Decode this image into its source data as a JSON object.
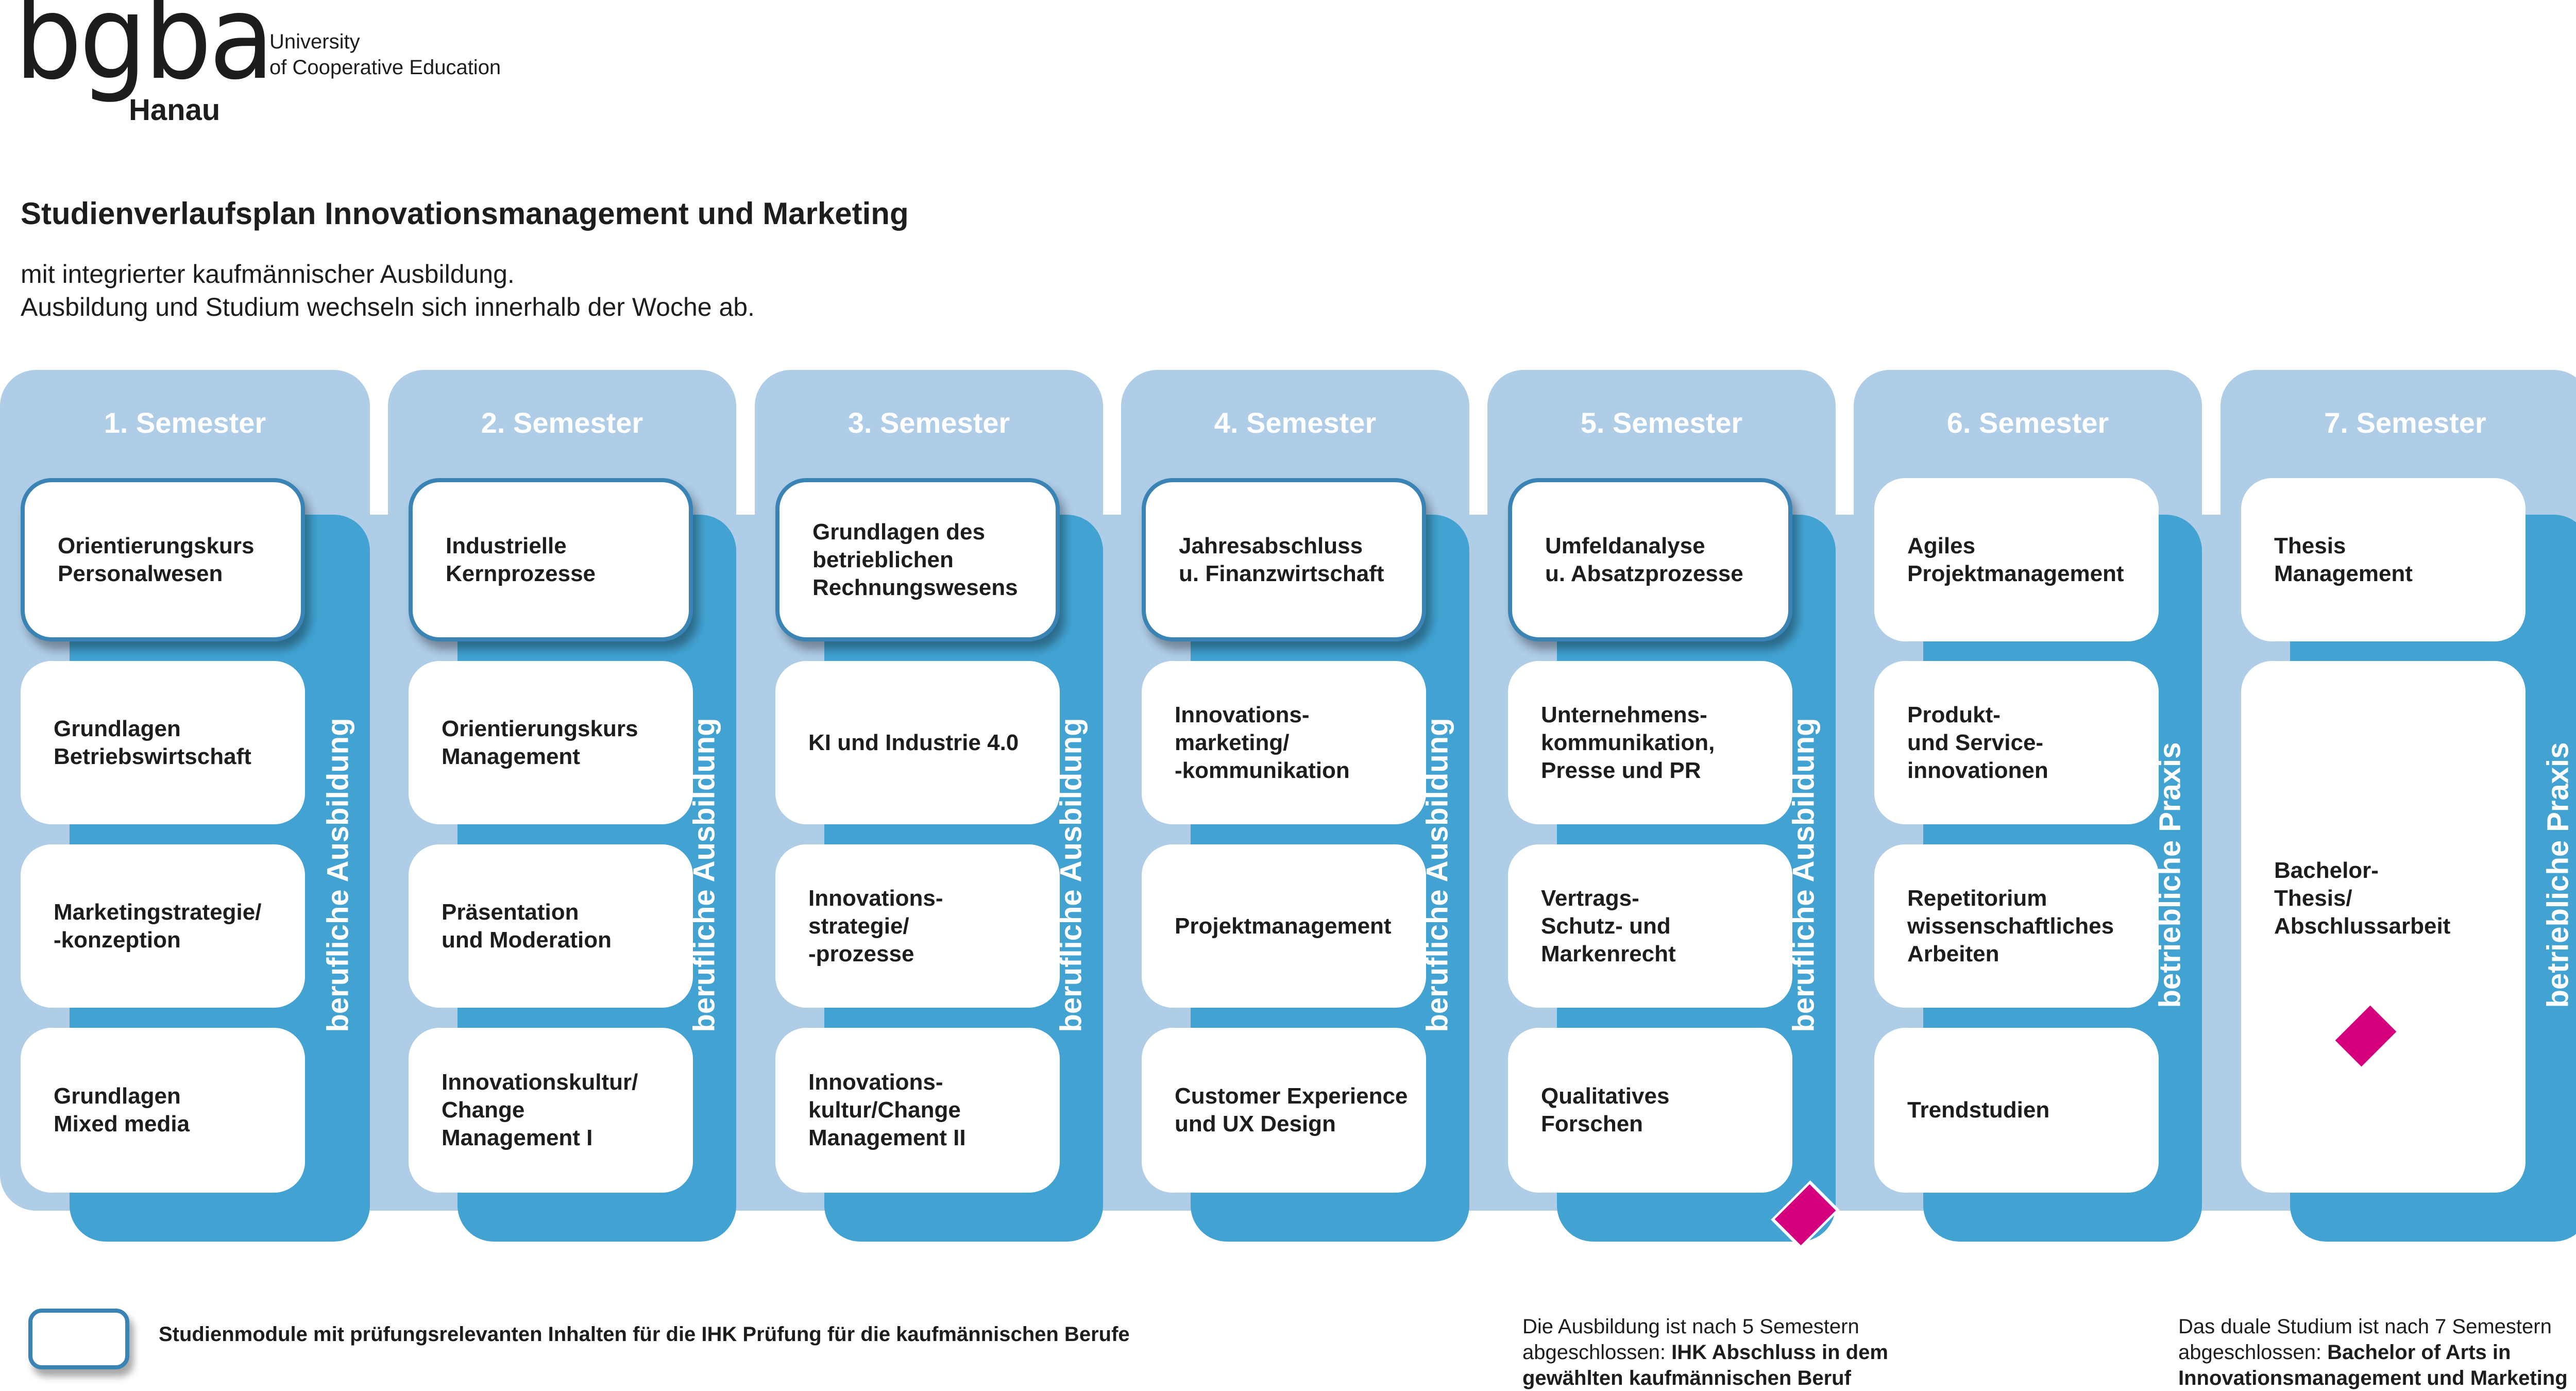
{
  "logo": {
    "wordmark": "bgba",
    "city": "Hanau",
    "subtitle_line1": "University",
    "subtitle_line2": "of Cooperative Education"
  },
  "header": {
    "title": "Studienverlaufsplan Innovationsmanagement und Marketing",
    "subtitle_line1": "mit integrierter kaufmännischer Ausbildung.",
    "subtitle_line2": "Ausbildung und Studium wechseln sich innerhalb der Woche ab."
  },
  "colors": {
    "column_background": "#afcde7",
    "spine": "#42a3d3",
    "ihk_border": "#3a84b5",
    "milestone": "#d6007e",
    "text": "#1d1d1b"
  },
  "semesters": [
    {
      "label": "1. Semester",
      "track": "berufliche Ausbildung",
      "modules": [
        {
          "title": "Orientierungskurs\nPersonalwesen",
          "ihk_relevant": true
        },
        {
          "title": "Grundlagen\nBetriebswirtschaft",
          "ihk_relevant": false
        },
        {
          "title": "Marketingstrategie/\n-konzeption",
          "ihk_relevant": false
        },
        {
          "title": "Grundlagen\nMixed media",
          "ihk_relevant": false
        }
      ]
    },
    {
      "label": "2. Semester",
      "track": "berufliche Ausbildung",
      "modules": [
        {
          "title": "Industrielle\nKernprozesse",
          "ihk_relevant": true
        },
        {
          "title": "Orientierungskurs\nManagement",
          "ihk_relevant": false
        },
        {
          "title": "Präsentation\nund Moderation",
          "ihk_relevant": false
        },
        {
          "title": "Innovationskultur/\nChange\nManagement I",
          "ihk_relevant": false
        }
      ]
    },
    {
      "label": "3. Semester",
      "track": "berufliche Ausbildung",
      "modules": [
        {
          "title": "Grundlagen des\nbetrieblichen\nRechnungswesens",
          "ihk_relevant": true
        },
        {
          "title": "KI und Industrie 4.0",
          "ihk_relevant": false
        },
        {
          "title": "Innovations-\nstrategie/\n-prozesse",
          "ihk_relevant": false
        },
        {
          "title": "Innovations-\nkultur/Change\nManagement II",
          "ihk_relevant": false
        }
      ]
    },
    {
      "label": "4. Semester",
      "track": "berufliche Ausbildung",
      "modules": [
        {
          "title": "Jahresabschluss\nu. Finanzwirtschaft",
          "ihk_relevant": true
        },
        {
          "title": "Innovations-\nmarketing/\n-kommunikation",
          "ihk_relevant": false
        },
        {
          "title": "Projektmanagement",
          "ihk_relevant": false
        },
        {
          "title": "Customer Experience\nund UX Design",
          "ihk_relevant": false
        }
      ]
    },
    {
      "label": "5. Semester",
      "track": "berufliche Ausbildung",
      "milestone": "bottom",
      "modules": [
        {
          "title": "Umfeldanalyse\nu. Absatzprozesse",
          "ihk_relevant": true
        },
        {
          "title": "Unternehmens-\nkommunikation,\nPresse und PR",
          "ihk_relevant": false
        },
        {
          "title": "Vertrags-\nSchutz- und\nMarkenrecht",
          "ihk_relevant": false
        },
        {
          "title": "Qualitatives\nForschen",
          "ihk_relevant": false
        }
      ]
    },
    {
      "label": "6. Semester",
      "track": "betriebliche Praxis",
      "modules": [
        {
          "title": "Agiles\nProjektmanagement",
          "ihk_relevant": false
        },
        {
          "title": "Produkt-\nund Service-\ninnovationen",
          "ihk_relevant": false
        },
        {
          "title": "Repetitorium\nwissenschaftliches\nArbeiten",
          "ihk_relevant": false
        },
        {
          "title": "Trendstudien",
          "ihk_relevant": false
        }
      ]
    },
    {
      "label": "7. Semester",
      "track": "betriebliche Praxis",
      "milestone": "inside",
      "modules": [
        {
          "title": "Thesis\nManagement",
          "ihk_relevant": false
        },
        {
          "title": "Bachelor-\nThesis/\nAbschlussarbeit",
          "ihk_relevant": false,
          "span": 3
        }
      ]
    }
  ],
  "legend": {
    "text": "Studienmodule mit prüfungsrelevanten Inhalten für die IHK Prüfung für die kaufmännischen Berufe"
  },
  "notes": [
    {
      "line1": "Die Ausbildung ist nach 5 Semestern",
      "line2_plain": "abgeschlossen: ",
      "line2_bold": "IHK Abschluss in dem",
      "line3_bold": "gewählten kaufmännischen Beruf"
    },
    {
      "line1": "Das duale Studium ist nach 7 Semestern",
      "line2_plain": "abgeschlossen: ",
      "line2_bold": "Bachelor of Arts in",
      "line3_bold": "Innovationsmanagement und Marketing"
    }
  ]
}
